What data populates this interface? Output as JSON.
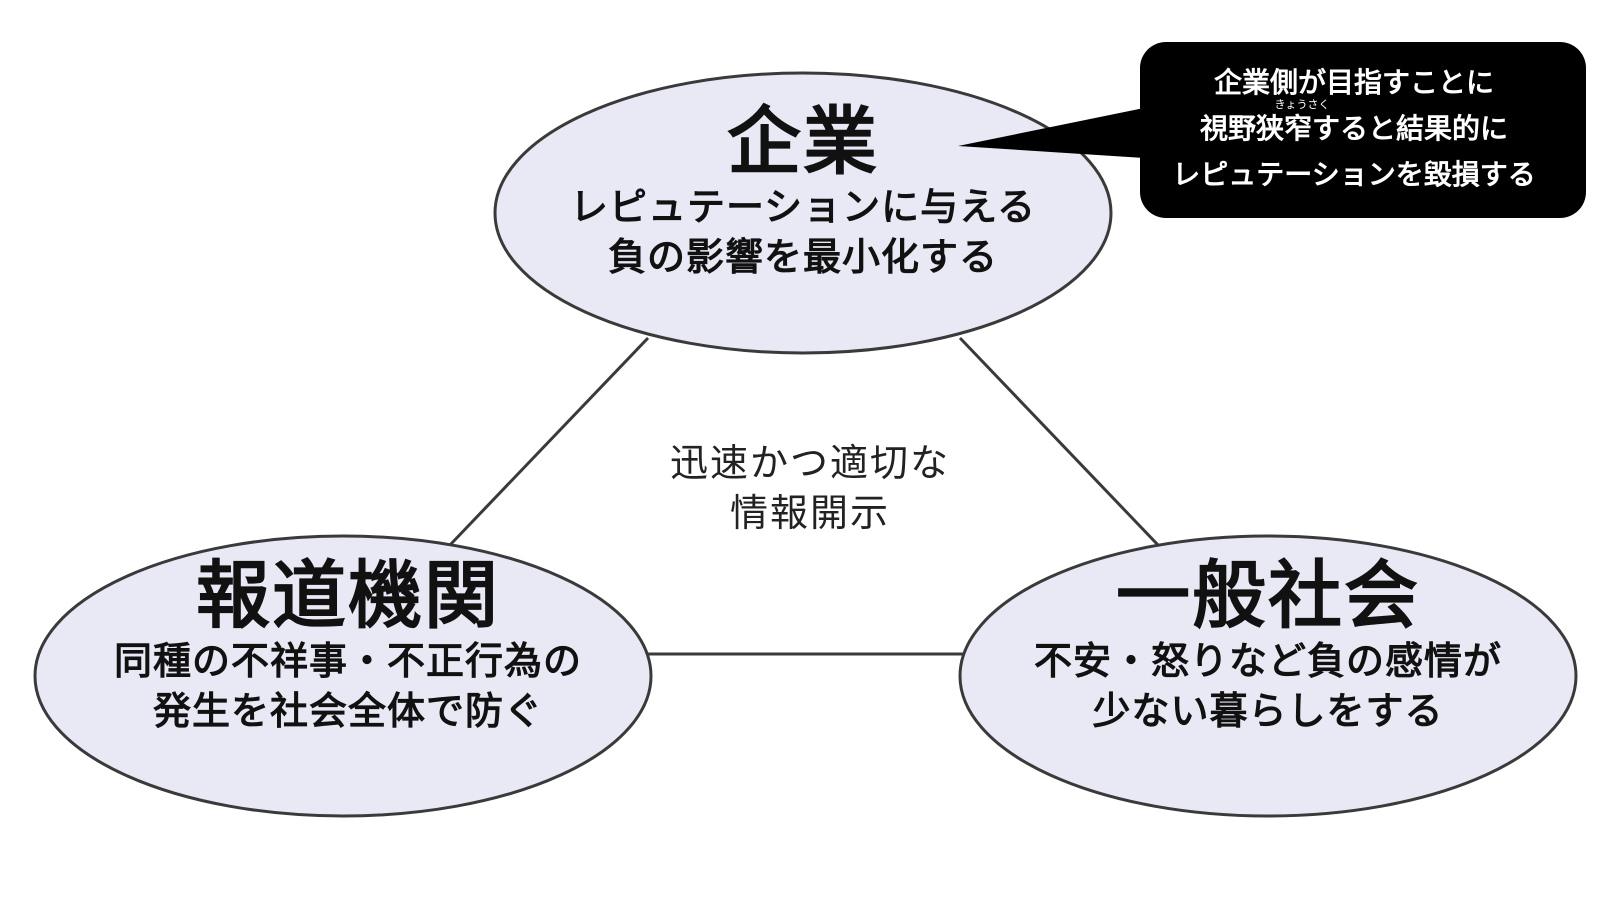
{
  "colors": {
    "ellipse_fill": "#e8e9f5",
    "ellipse_stroke": "#3a3a3a",
    "connector": "#3a3a3a",
    "callout_fill": "#000000",
    "callout_text": "#ffffff"
  },
  "nodes": {
    "company": {
      "title": "企業",
      "line1": "レピュテーションに与える",
      "line2": "負の影響を最小化する"
    },
    "media": {
      "title": "報道機関",
      "line1": "同種の不祥事・不正行為の",
      "line2": "発生を社会全体で防ぐ"
    },
    "public": {
      "title": "一般社会",
      "line1": "不安・怒りなど負の感情が",
      "line2": "少ない暮らしをする"
    }
  },
  "center": {
    "line1": "迅速かつ適切な",
    "line2": "情報開示"
  },
  "callout": {
    "line1": "企業側が目指すことに",
    "line2": "視野狭窄すると結果的に",
    "line3": "レピュテーションを毀損する",
    "ruby": "きょうさく"
  }
}
